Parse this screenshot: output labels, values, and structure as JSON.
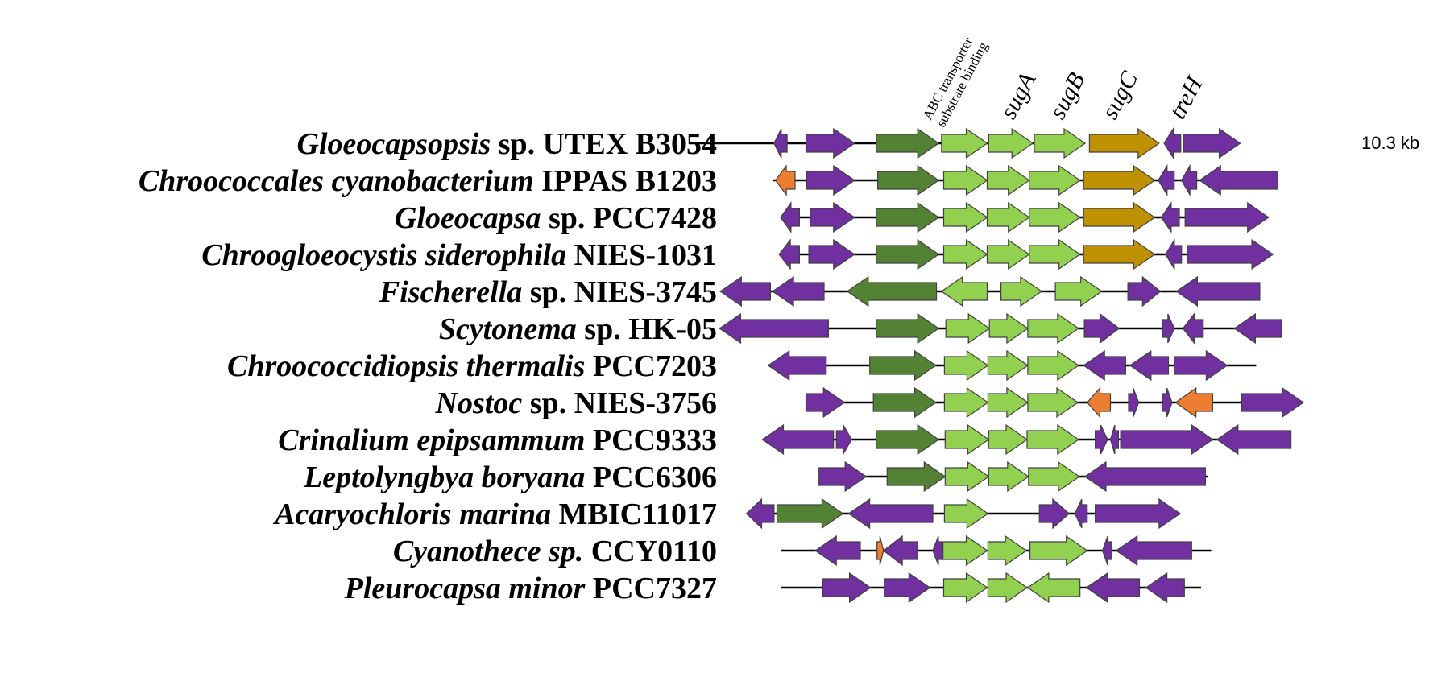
{
  "colors": {
    "other": "#7030a0",
    "abc": "#548235",
    "sug": "#92d050",
    "treh": "#bf9000",
    "orange": "#ed7d31",
    "outline": "#404040",
    "line": "#000000"
  },
  "headers": [
    {
      "id": "abc",
      "lines": [
        "ABC transporter",
        "substrate binding"
      ]
    },
    {
      "id": "sugA",
      "lines": [
        "sugA"
      ]
    },
    {
      "id": "sugB",
      "lines": [
        "sugB"
      ]
    },
    {
      "id": "sugC",
      "lines": [
        "sugC"
      ]
    },
    {
      "id": "treH",
      "lines": [
        "treH"
      ]
    }
  ],
  "scale_label": "10.3 kb",
  "rows": [
    {
      "genus": "Gloeocapsopsis",
      "rest": " sp. UTEX B3054",
      "line": [
        884,
        1430
      ],
      "genes": [
        [
          1001,
          1019,
          "L",
          "other"
        ],
        [
          1045,
          1112,
          "R",
          "other"
        ],
        [
          1142,
          1228,
          "R",
          "abc"
        ],
        [
          1232,
          1295,
          "R",
          "sug"
        ],
        [
          1297,
          1358,
          "R",
          "sug"
        ],
        [
          1360,
          1430,
          "R",
          "sug"
        ],
        [
          1436,
          1532,
          "R",
          "treh"
        ],
        [
          1539,
          1562,
          "L",
          "other"
        ],
        [
          1566,
          1644,
          "R",
          "other"
        ]
      ]
    },
    {
      "genus": "Chroococcales cyanobacterium",
      "rest": " IPPAS B1203",
      "line": [
        1000,
        1696
      ],
      "genes": [
        [
          1003,
          1030,
          "L",
          "orange"
        ],
        [
          1046,
          1112,
          "R",
          "other"
        ],
        [
          1144,
          1228,
          "R",
          "abc"
        ],
        [
          1235,
          1295,
          "R",
          "sug"
        ],
        [
          1295,
          1353,
          "R",
          "sug"
        ],
        [
          1353,
          1423,
          "R",
          "sug"
        ],
        [
          1428,
          1526,
          "R",
          "treh"
        ],
        [
          1531,
          1553,
          "L",
          "other"
        ],
        [
          1563,
          1584,
          "L",
          "other"
        ],
        [
          1588,
          1696,
          "L",
          "other"
        ]
      ]
    },
    {
      "genus": "Gloeocapsa",
      "rest": " sp. PCC7428",
      "line": [
        1010,
        1683
      ],
      "genes": [
        [
          1010,
          1036,
          "L",
          "other"
        ],
        [
          1051,
          1112,
          "R",
          "other"
        ],
        [
          1142,
          1228,
          "R",
          "abc"
        ],
        [
          1235,
          1295,
          "R",
          "sug"
        ],
        [
          1295,
          1353,
          "R",
          "sug"
        ],
        [
          1353,
          1423,
          "R",
          "sug"
        ],
        [
          1428,
          1526,
          "R",
          "treh"
        ],
        [
          1535,
          1560,
          "L",
          "other"
        ],
        [
          1568,
          1683,
          "R",
          "other"
        ]
      ]
    },
    {
      "genus": "Chroogloeocystis siderophila",
      "rest": " NIES-1031",
      "line": [
        1008,
        1689
      ],
      "genes": [
        [
          1008,
          1036,
          "L",
          "other"
        ],
        [
          1049,
          1112,
          "R",
          "other"
        ],
        [
          1142,
          1228,
          "R",
          "abc"
        ],
        [
          1235,
          1295,
          "R",
          "sug"
        ],
        [
          1295,
          1353,
          "R",
          "sug"
        ],
        [
          1353,
          1423,
          "R",
          "sug"
        ],
        [
          1428,
          1526,
          "R",
          "treh"
        ],
        [
          1541,
          1563,
          "L",
          "other"
        ],
        [
          1571,
          1689,
          "R",
          "other"
        ]
      ]
    },
    {
      "genus": "Fischerella",
      "rest": " sp. NIES-3745",
      "line": [
        927,
        1671
      ],
      "genes": [
        [
          927,
          996,
          "L",
          "other"
        ],
        [
          999,
          1070,
          "L",
          "other"
        ],
        [
          1102,
          1225,
          "L",
          "abc"
        ],
        [
          1232,
          1295,
          "L",
          "sug"
        ],
        [
          1314,
          1370,
          "R",
          "sug"
        ],
        [
          1389,
          1453,
          "R",
          "sug"
        ],
        [
          1489,
          1534,
          "R",
          "other"
        ],
        [
          1556,
          1671,
          "L",
          "other"
        ]
      ]
    },
    {
      "genus": "Scytonema",
      "rest": " sp. HK-05",
      "line": [
        926,
        1701
      ],
      "genes": [
        [
          926,
          1076,
          "L",
          "other"
        ],
        [
          1142,
          1228,
          "R",
          "abc"
        ],
        [
          1238,
          1298,
          "R",
          "sug"
        ],
        [
          1298,
          1351,
          "R",
          "sug"
        ],
        [
          1351,
          1421,
          "R",
          "sug"
        ],
        [
          1429,
          1477,
          "R",
          "other"
        ],
        [
          1537,
          1553,
          "R",
          "other"
        ],
        [
          1565,
          1593,
          "L",
          "other"
        ],
        [
          1636,
          1701,
          "L",
          "other"
        ]
      ]
    },
    {
      "genus": "Chroococcidiopsis thermalis",
      "rest": " PCC7203",
      "line": [
        993,
        1666
      ],
      "genes": [
        [
          993,
          1073,
          "L",
          "other"
        ],
        [
          1133,
          1224,
          "R",
          "abc"
        ],
        [
          1236,
          1296,
          "R",
          "sug"
        ],
        [
          1296,
          1351,
          "R",
          "sug"
        ],
        [
          1351,
          1421,
          "R",
          "sug"
        ],
        [
          1428,
          1486,
          "L",
          "other"
        ],
        [
          1492,
          1545,
          "L",
          "other"
        ],
        [
          1553,
          1626,
          "R",
          "other"
        ]
      ]
    },
    {
      "genus": "Nostoc",
      "rest": " sp. NIES-3756",
      "line": [
        1045,
        1731
      ],
      "genes": [
        [
          1045,
          1098,
          "R",
          "other"
        ],
        [
          1138,
          1224,
          "R",
          "abc"
        ],
        [
          1236,
          1296,
          "R",
          "sug"
        ],
        [
          1296,
          1351,
          "R",
          "sug"
        ],
        [
          1351,
          1420,
          "R",
          "sug"
        ],
        [
          1433,
          1465,
          "L",
          "orange"
        ],
        [
          1490,
          1504,
          "R",
          "other"
        ],
        [
          1537,
          1550,
          "R",
          "other"
        ],
        [
          1555,
          1606,
          "L",
          "orange"
        ],
        [
          1646,
          1731,
          "R",
          "other"
        ]
      ]
    },
    {
      "genus": "Crinalium epipsammum",
      "rest": " PCC9333",
      "line": [
        985,
        1714
      ],
      "genes": [
        [
          985,
          1083,
          "L",
          "other"
        ],
        [
          1087,
          1108,
          "R",
          "other"
        ],
        [
          1142,
          1228,
          "R",
          "abc"
        ],
        [
          1237,
          1297,
          "R",
          "sug"
        ],
        [
          1297,
          1350,
          "R",
          "sug"
        ],
        [
          1350,
          1421,
          "R",
          "sug"
        ],
        [
          1444,
          1461,
          "R",
          "other"
        ],
        [
          1465,
          1476,
          "L",
          "other"
        ],
        [
          1479,
          1606,
          "R",
          "other"
        ],
        [
          1612,
          1714,
          "L",
          "other"
        ]
      ]
    },
    {
      "genus": "Leptolyngbya boryana",
      "rest": " PCC6306",
      "line": [
        1063,
        1600
      ],
      "genes": [
        [
          1063,
          1128,
          "R",
          "other"
        ],
        [
          1157,
          1237,
          "R",
          "abc"
        ],
        [
          1237,
          1297,
          "R",
          "sug"
        ],
        [
          1297,
          1352,
          "R",
          "sug"
        ],
        [
          1352,
          1422,
          "R",
          "sug"
        ],
        [
          1430,
          1596,
          "L",
          "other"
        ]
      ]
    },
    {
      "genus": "Acaryochloris marina",
      "rest": " MBIC11017",
      "line": [
        963,
        1561
      ],
      "genes": [
        [
          963,
          1001,
          "L",
          "other"
        ],
        [
          1005,
          1096,
          "R",
          "abc"
        ],
        [
          1104,
          1220,
          "L",
          "other"
        ],
        [
          1236,
          1296,
          "R",
          "sug"
        ],
        [
          1367,
          1408,
          "R",
          "other"
        ],
        [
          1416,
          1433,
          "L",
          "other"
        ],
        [
          1444,
          1561,
          "R",
          "other"
        ]
      ]
    },
    {
      "genus": "Cyanothece sp.",
      "rest": " CCY0110",
      "line": [
        1010,
        1604
      ],
      "genes": [
        [
          1058,
          1120,
          "L",
          "other"
        ],
        [
          1143,
          1152,
          "R",
          "orange"
        ],
        [
          1152,
          1199,
          "L",
          "other"
        ],
        [
          1220,
          1234,
          "L",
          "other"
        ],
        [
          1234,
          1295,
          "R",
          "sug"
        ],
        [
          1296,
          1349,
          "R",
          "sug"
        ],
        [
          1354,
          1433,
          "R",
          "sug"
        ],
        [
          1454,
          1467,
          "L",
          "other"
        ],
        [
          1473,
          1577,
          "L",
          "other"
        ]
      ]
    },
    {
      "genus": "Pleurocapsa minor",
      "rest": " PCC7327",
      "line": [
        1010,
        1590
      ],
      "genes": [
        [
          1068,
          1134,
          "R",
          "other"
        ],
        [
          1153,
          1216,
          "R",
          "other"
        ],
        [
          1235,
          1295,
          "R",
          "sug"
        ],
        [
          1296,
          1350,
          "R",
          "sug"
        ],
        [
          1351,
          1423,
          "L",
          "sug"
        ],
        [
          1432,
          1505,
          "L",
          "other"
        ],
        [
          1514,
          1567,
          "L",
          "other"
        ]
      ]
    }
  ]
}
